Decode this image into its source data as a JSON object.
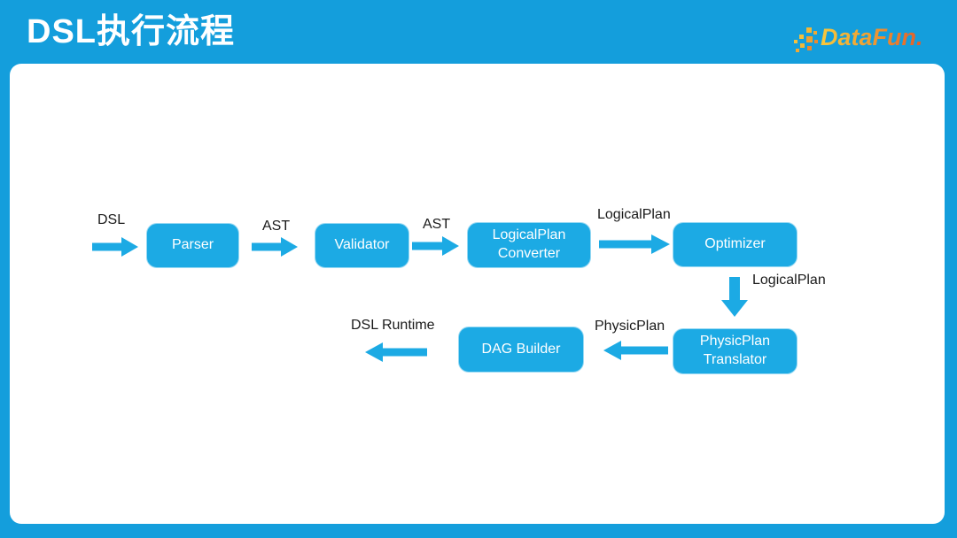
{
  "slide": {
    "title": "DSL执行流程",
    "logo": {
      "text": "DataFun.",
      "color_start": "#F7C83D",
      "color_end": "#E05A2B"
    }
  },
  "colors": {
    "frame_cyan": "#149EDC",
    "shape_cyan": "#1CAAE4",
    "panel_bg": "#FFFFFF",
    "box_text": "#FFFFFF",
    "label_text": "#1A1A1A"
  },
  "diagram": {
    "nodes": {
      "parser": {
        "label": "Parser"
      },
      "validator": {
        "label": "Validator"
      },
      "logicalplan_converter": {
        "label": "LogicalPlan\nConverter"
      },
      "optimizer": {
        "label": "Optimizer"
      },
      "physicplan_translator": {
        "label": "PhysicPlan\nTranslator"
      },
      "dag_builder": {
        "label": "DAG Builder"
      }
    },
    "edges": [
      {
        "from": "input",
        "to": "parser",
        "label": "DSL",
        "direction": "right"
      },
      {
        "from": "parser",
        "to": "validator",
        "label": "AST",
        "direction": "right"
      },
      {
        "from": "validator",
        "to": "logicalplan_converter",
        "label": "AST",
        "direction": "right"
      },
      {
        "from": "logicalplan_converter",
        "to": "optimizer",
        "label": "LogicalPlan",
        "direction": "right"
      },
      {
        "from": "optimizer",
        "to": "physicplan_translator",
        "label": "LogicalPlan",
        "direction": "down"
      },
      {
        "from": "physicplan_translator",
        "to": "dag_builder",
        "label": "PhysicPlan",
        "direction": "left"
      },
      {
        "from": "dag_builder",
        "to": "output",
        "label": "DSL Runtime",
        "direction": "left"
      }
    ]
  }
}
